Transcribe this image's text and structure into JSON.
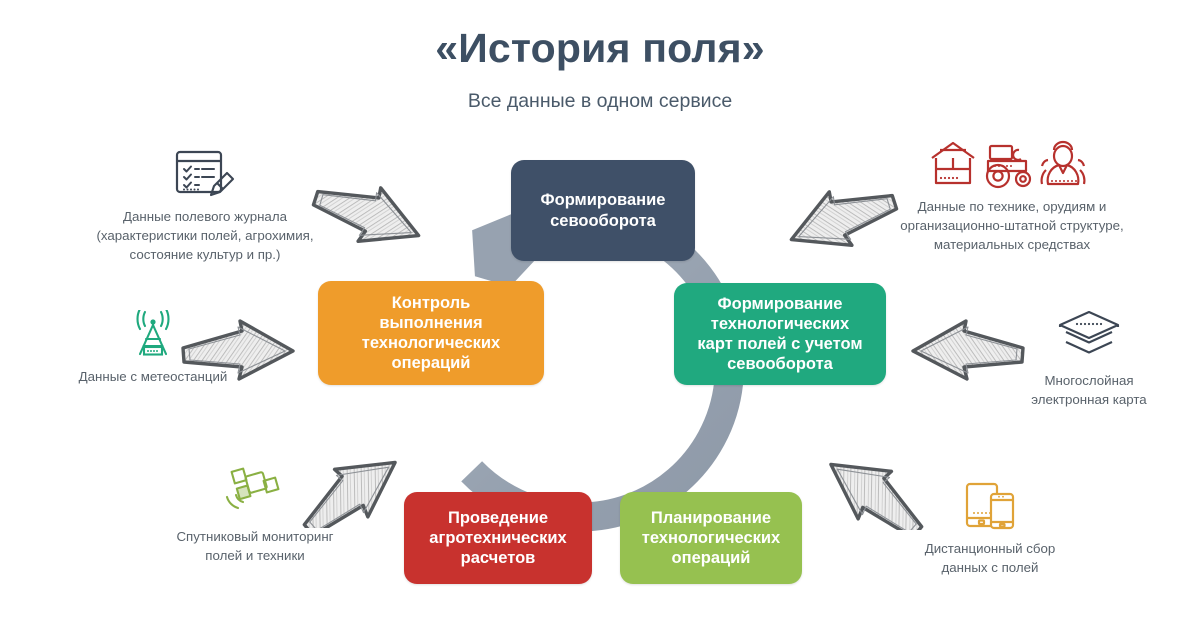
{
  "header": {
    "title": "«История поля»",
    "subtitle": "Все данные в одном сервисе"
  },
  "colors": {
    "title": "#3d4f63",
    "ring": "#99a4b2",
    "step_top": "#3f5068",
    "step_right": "#20a97f",
    "step_bottom_right": "#96c150",
    "step_bottom_left": "#c8322e",
    "step_left": "#ef9c2b",
    "icon_journal": "#3c4654",
    "icon_meteo": "#1fa97e",
    "icon_satellite": "#8ab043",
    "icon_equipment": "#b7312d",
    "icon_map": "#3c4654",
    "icon_remote": "#e0a338",
    "caption": "#59626b",
    "arrow_outline": "#54585c"
  },
  "cycle": {
    "steps": [
      {
        "id": "crop-rotation",
        "label_lines": [
          "Формирование",
          "севооборота"
        ]
      },
      {
        "id": "tech-maps",
        "label_lines": [
          "Формирование",
          "технологических",
          "карт полей с учетом",
          "севооборота"
        ]
      },
      {
        "id": "operation-planning",
        "label_lines": [
          "Планирование",
          "технологических",
          "операций"
        ]
      },
      {
        "id": "agro-calculations",
        "label_lines": [
          "Проведение",
          "агротехнических",
          "расчетов"
        ]
      },
      {
        "id": "operation-control",
        "label_lines": [
          "Контроль",
          "выполнения",
          "технологических",
          "операций"
        ]
      }
    ]
  },
  "inputs": {
    "journal": {
      "icon": "field-journal-checklist-pencil-icon",
      "caption_lines": [
        "Данные полевого журнала",
        "(характеристики полей, агрохимия,",
        "состояние культур и пр.)"
      ]
    },
    "meteo": {
      "icon": "weather-station-antenna-icon",
      "caption_lines": [
        "Данные с метеостанций"
      ]
    },
    "satellite": {
      "icon": "satellite-icon",
      "caption_lines": [
        "Спутниковый мониторинг",
        "полей и техники"
      ]
    },
    "equipment": {
      "icons": [
        "barn-icon",
        "tractor-icon",
        "people-icon"
      ],
      "caption_lines": [
        "Данные по технике, орудиям и",
        "организационно-штатной структуре,",
        "материальных средствах"
      ]
    },
    "map": {
      "icon": "map-layers-icon",
      "caption_lines": [
        "Многослойная",
        "электронная карта"
      ]
    },
    "remote": {
      "icon": "tablet-phone-icon",
      "caption_lines": [
        "Дистанционный сбор",
        "данных с полей"
      ]
    }
  },
  "arrows": [
    {
      "id": "arrow-journal-to-cycle",
      "direction": "down-right",
      "style": "sketch"
    },
    {
      "id": "arrow-meteo-to-cycle",
      "direction": "right",
      "style": "sketch"
    },
    {
      "id": "arrow-satellite-to-cycle",
      "direction": "up-right",
      "style": "sketch"
    },
    {
      "id": "arrow-equipment-to-cycle",
      "direction": "down-left",
      "style": "sketch"
    },
    {
      "id": "arrow-map-to-cycle",
      "direction": "left",
      "style": "sketch"
    },
    {
      "id": "arrow-remote-to-cycle",
      "direction": "up-left",
      "style": "sketch"
    }
  ]
}
